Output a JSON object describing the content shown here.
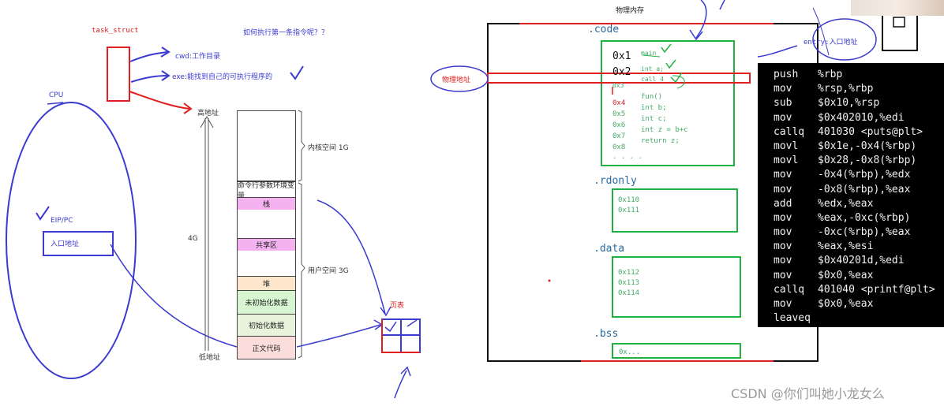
{
  "left": {
    "task_struct_label": "task_struct",
    "question": "如何执行第一条指令呢？？",
    "cwd_label": "cwd:工作目录",
    "exe_label": "exe:能找到自己的可执行程序的",
    "cpu_label": "CPU",
    "eip_label": "EIP/PC",
    "entry_addr_box": "入口地址",
    "high_addr": "高地址",
    "low_addr": "低地址",
    "size_4g": "4G",
    "kernel_space": "内核空间 1G",
    "user_space": "用户空间 3G",
    "page_table": "页表",
    "segments": [
      {
        "label": "命令行参数环境变量",
        "color": "#ffffff"
      },
      {
        "label": "栈",
        "color": "#f4b3f0"
      },
      {
        "label": "",
        "color": "#ffffff"
      },
      {
        "label": "共享区",
        "color": "#f4b3f0"
      },
      {
        "label": "",
        "color": "#ffffff"
      },
      {
        "label": "堆",
        "color": "#fde6cc"
      },
      {
        "label": "未初始化数据",
        "color": "#d6f5d0"
      },
      {
        "label": "初始化数据",
        "color": "#e8f3dc"
      },
      {
        "label": "正文代码",
        "color": "#fbdedc"
      }
    ]
  },
  "right": {
    "physical_memory": "物理内存",
    "physical_addr": "物理地址",
    "entry_label": "entry:入口地址",
    "code_seg": ".code",
    "rdonly_seg": ".rdonly",
    "data_seg": ".data",
    "bss_seg": ".bss",
    "code_addrs": [
      {
        "addr": "0x1",
        "text": "main"
      },
      {
        "addr": "0x2",
        "text": "int a;"
      },
      {
        "addr": "0x3",
        "text": "call 4"
      },
      {
        "addr": "0x4",
        "text": "fun()"
      },
      {
        "addr": "0x5",
        "text": "int b;"
      },
      {
        "addr": "0x6",
        "text": "int c;"
      },
      {
        "addr": "0x7",
        "text": "int z = b+c"
      },
      {
        "addr": "0x8",
        "text": "return z;"
      },
      {
        "addr": ". . . .",
        "text": ""
      }
    ],
    "rdonly_addrs": [
      "0x110",
      "0x111"
    ],
    "data_addrs": [
      "0x112",
      "0x113",
      "0x114"
    ],
    "bss_addr": "0x...",
    "asm": [
      [
        "push",
        "%rbp"
      ],
      [
        "mov",
        "%rsp,%rbp"
      ],
      [
        "sub",
        "$0x10,%rsp"
      ],
      [
        "mov",
        "$0x402010,%edi"
      ],
      [
        "callq",
        "401030 <puts@plt>"
      ],
      [
        "movl",
        "$0x1e,-0x4(%rbp)"
      ],
      [
        "movl",
        "$0x28,-0x8(%rbp)"
      ],
      [
        "mov",
        "-0x4(%rbp),%edx"
      ],
      [
        "mov",
        "-0x8(%rbp),%eax"
      ],
      [
        "add",
        "%edx,%eax"
      ],
      [
        "mov",
        "%eax,-0xc(%rbp)"
      ],
      [
        "mov",
        "-0xc(%rbp),%eax"
      ],
      [
        "mov",
        "%eax,%esi"
      ],
      [
        "mov",
        "$0x40201d,%edi"
      ],
      [
        "mov",
        "$0x0,%eax"
      ],
      [
        "callq",
        "401040 <printf@plt>"
      ],
      [
        "mov",
        "$0x0,%eax"
      ],
      [
        "leaveq",
        ""
      ]
    ]
  },
  "watermark": "CSDN @你们叫她小龙女么",
  "colors": {
    "red": "#e02020",
    "blue": "#3b3bd0",
    "green": "#22b040",
    "panel": "#000000"
  }
}
